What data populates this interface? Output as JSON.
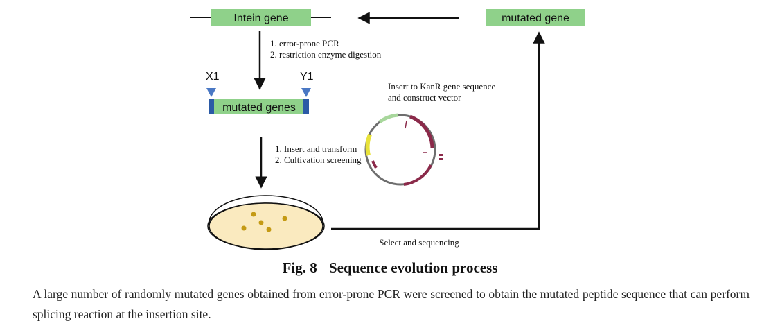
{
  "colors": {
    "gene_box": "#8fd18a",
    "marker": "#4a78c4",
    "end_bar": "#2b5aa6",
    "dish_fill": "#faeabf",
    "colony": "#c49a14",
    "plasmid_ring": "#6e6e6e",
    "plasmid_maroon": "#8b2a4a",
    "plasmid_yellow": "#e8e23a",
    "plasmid_green": "#a8d79c"
  },
  "nodes": {
    "intein_gene": "Intein gene",
    "mutated_gene": "mutated gene",
    "mutated_genes": "mutated genes",
    "left_site": "X1",
    "right_site": "Y1"
  },
  "steps": {
    "pcr_step_1": "1. error-prone PCR",
    "pcr_step_2": "2. restriction enzyme digestion",
    "transform_step_1": "1. Insert and transform",
    "transform_step_2": "2. Cultivation screening",
    "vector_line_1": "Insert to KanR gene sequence",
    "vector_line_2": "and construct vector",
    "select": "Select and sequencing"
  },
  "caption": {
    "fig_label": "Fig. 8",
    "fig_title": "Sequence evolution process",
    "text": "A large number of randomly mutated genes obtained from error-prone PCR were screened to obtain the mutated peptide sequence that can perform splicing reaction at the insertion site."
  }
}
